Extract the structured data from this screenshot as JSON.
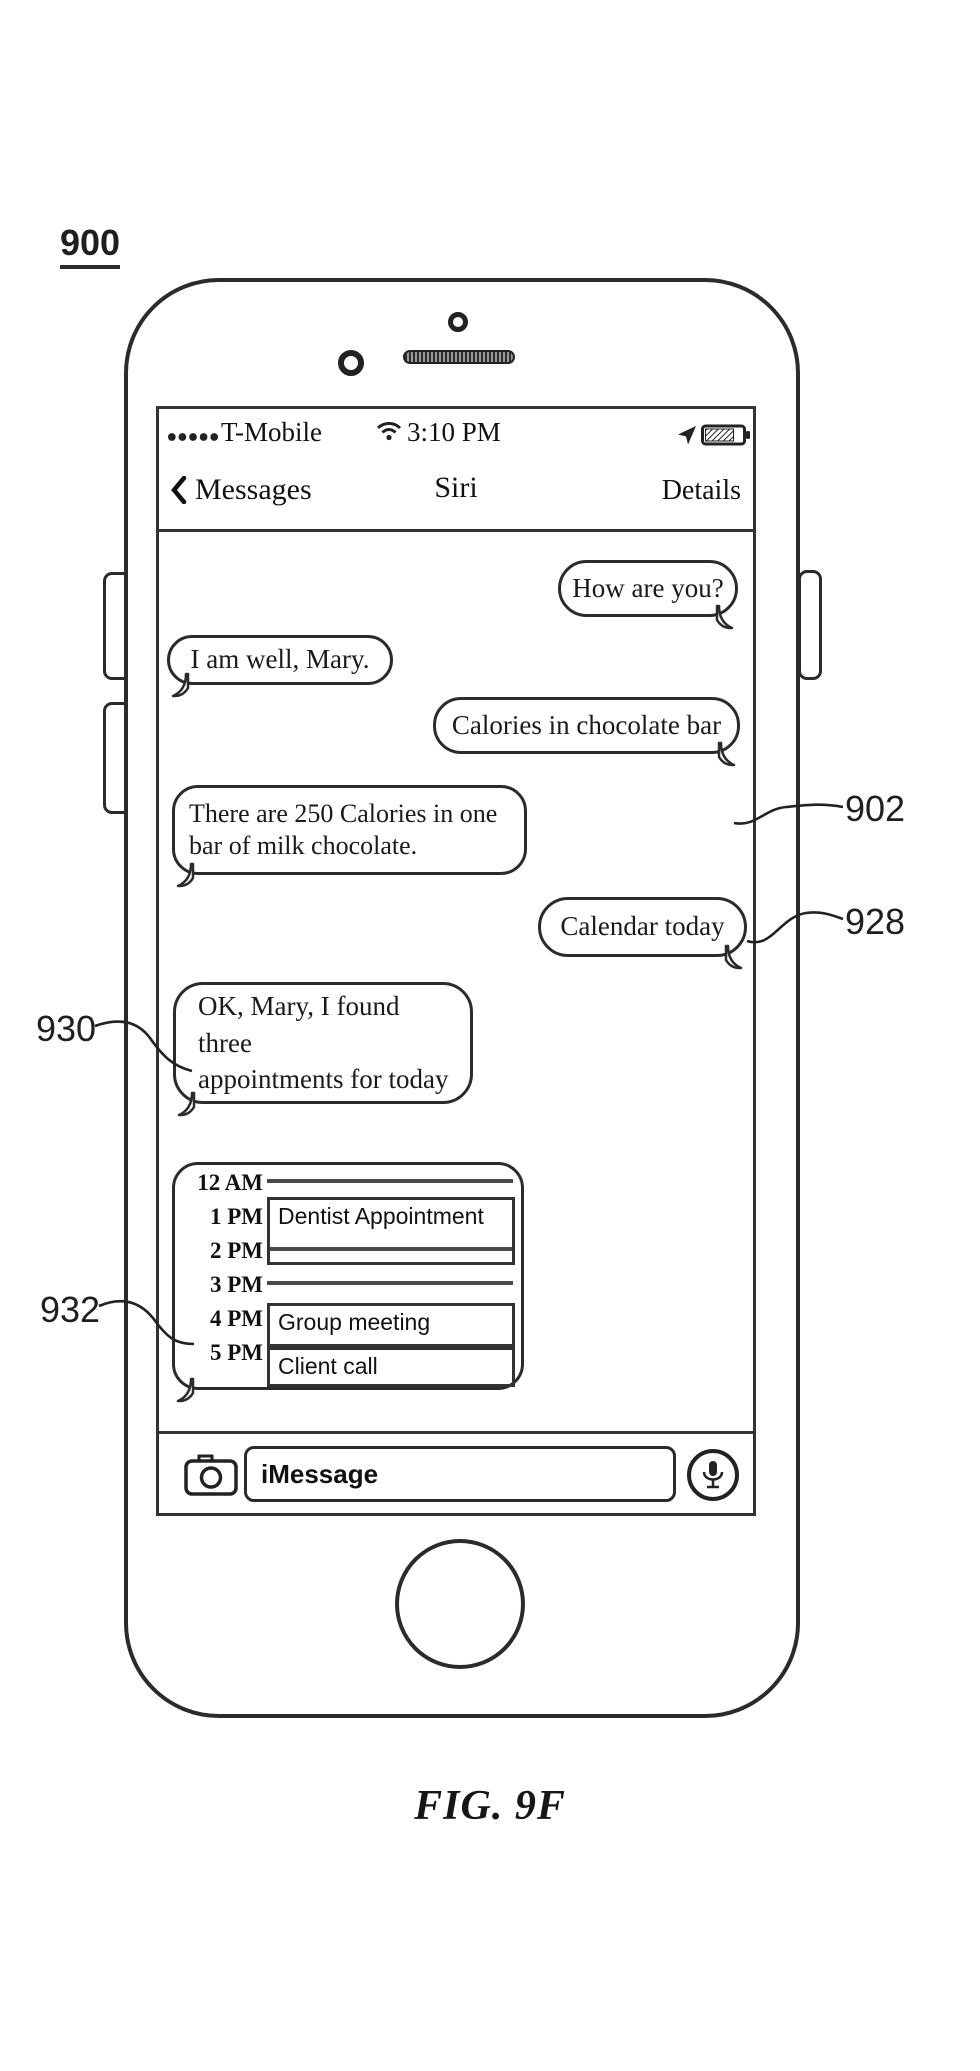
{
  "figure": {
    "number": "900",
    "caption": "FIG. 9F"
  },
  "refs": {
    "r902": "902",
    "r928": "928",
    "r930": "930",
    "r932": "932"
  },
  "phone": {
    "status_bar": {
      "carrier": "T-Mobile",
      "time": "3:10 PM"
    },
    "nav_bar": {
      "back": "Messages",
      "title": "Siri",
      "details": "Details"
    },
    "messages": [
      {
        "side": "right",
        "text": "How are you?"
      },
      {
        "side": "left",
        "text": "I am well, Mary."
      },
      {
        "side": "right",
        "text": "Calories in chocolate bar"
      },
      {
        "side": "left",
        "text": "There are 250 Calories in one\nbar of milk chocolate."
      },
      {
        "side": "right",
        "text": "Calendar today"
      },
      {
        "side": "left",
        "text": "OK, Mary, I found three\nappointments for today"
      }
    ],
    "calendar": {
      "hours": [
        "12 AM",
        "1 PM",
        "2 PM",
        "3 PM",
        "4 PM",
        "5 PM"
      ],
      "events": [
        {
          "title": "Dentist Appointment"
        },
        {
          "title": "Group meeting"
        },
        {
          "title": "Client call"
        }
      ]
    },
    "composer": {
      "placeholder": "iMessage"
    }
  },
  "colors": {
    "ink": "#1f1f1f",
    "background": "#ffffff"
  }
}
